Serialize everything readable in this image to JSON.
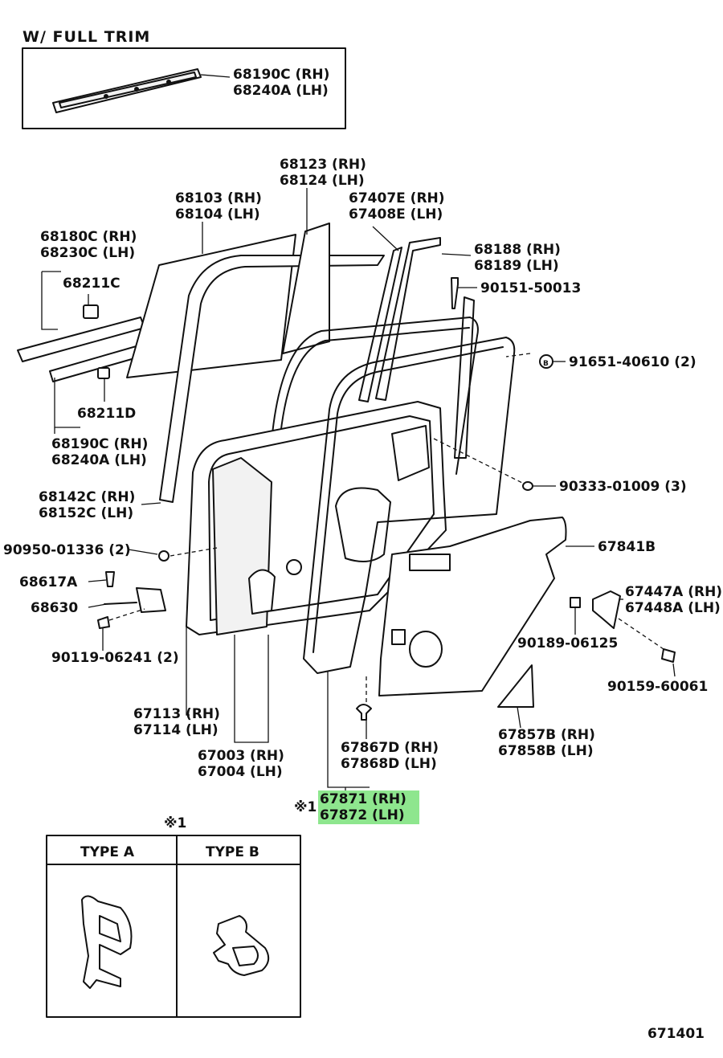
{
  "header": {
    "trim_label": "W/ FULL TRIM"
  },
  "inset": {
    "label_rh": "68190C (RH)",
    "label_lh": "68240A (LH)"
  },
  "parts": {
    "p68123": [
      "68123 (RH)",
      "68124 (LH)"
    ],
    "p68103": [
      "68103 (RH)",
      "68104 (LH)"
    ],
    "p67407": [
      "67407E (RH)",
      "67408E (LH)"
    ],
    "p68180": [
      "68180C (RH)",
      "68230C (LH)"
    ],
    "p68211c": "68211C",
    "p68188": [
      "68188 (RH)",
      "68189 (LH)"
    ],
    "p90151": "90151-50013",
    "p91651": "91651-40610 (2)",
    "p68211d": "68211D",
    "p68190b": [
      "68190C (RH)",
      "68240A (LH)"
    ],
    "p90333": "90333-01009 (3)",
    "p68142": [
      "68142C (RH)",
      "68152C (LH)"
    ],
    "p67841": "67841B",
    "p90950": "90950-01336 (2)",
    "p68617": "68617A",
    "p67447": [
      "67447A (RH)",
      "67448A (LH)"
    ],
    "p68630": "68630",
    "p90189": "90189-06125",
    "p90119": "90119-06241 (2)",
    "p90159": "90159-60061",
    "p67113": [
      "67113 (RH)",
      "67114 (LH)"
    ],
    "p67857": [
      "67857B (RH)",
      "67858B (LH)"
    ],
    "p67867": [
      "67867D (RH)",
      "67868D (LH)"
    ],
    "p67003": [
      "67003 (RH)",
      "67004 (LH)"
    ],
    "p67871": [
      "67871 (RH)",
      "67872 (LH)"
    ]
  },
  "note": {
    "marker_main": "※1",
    "marker_table": "※1"
  },
  "table": {
    "type_a": "TYPE A",
    "type_b": "TYPE B"
  },
  "diagram_code": "671401",
  "colors": {
    "highlight": "#8ee68e",
    "ink": "#111111"
  }
}
